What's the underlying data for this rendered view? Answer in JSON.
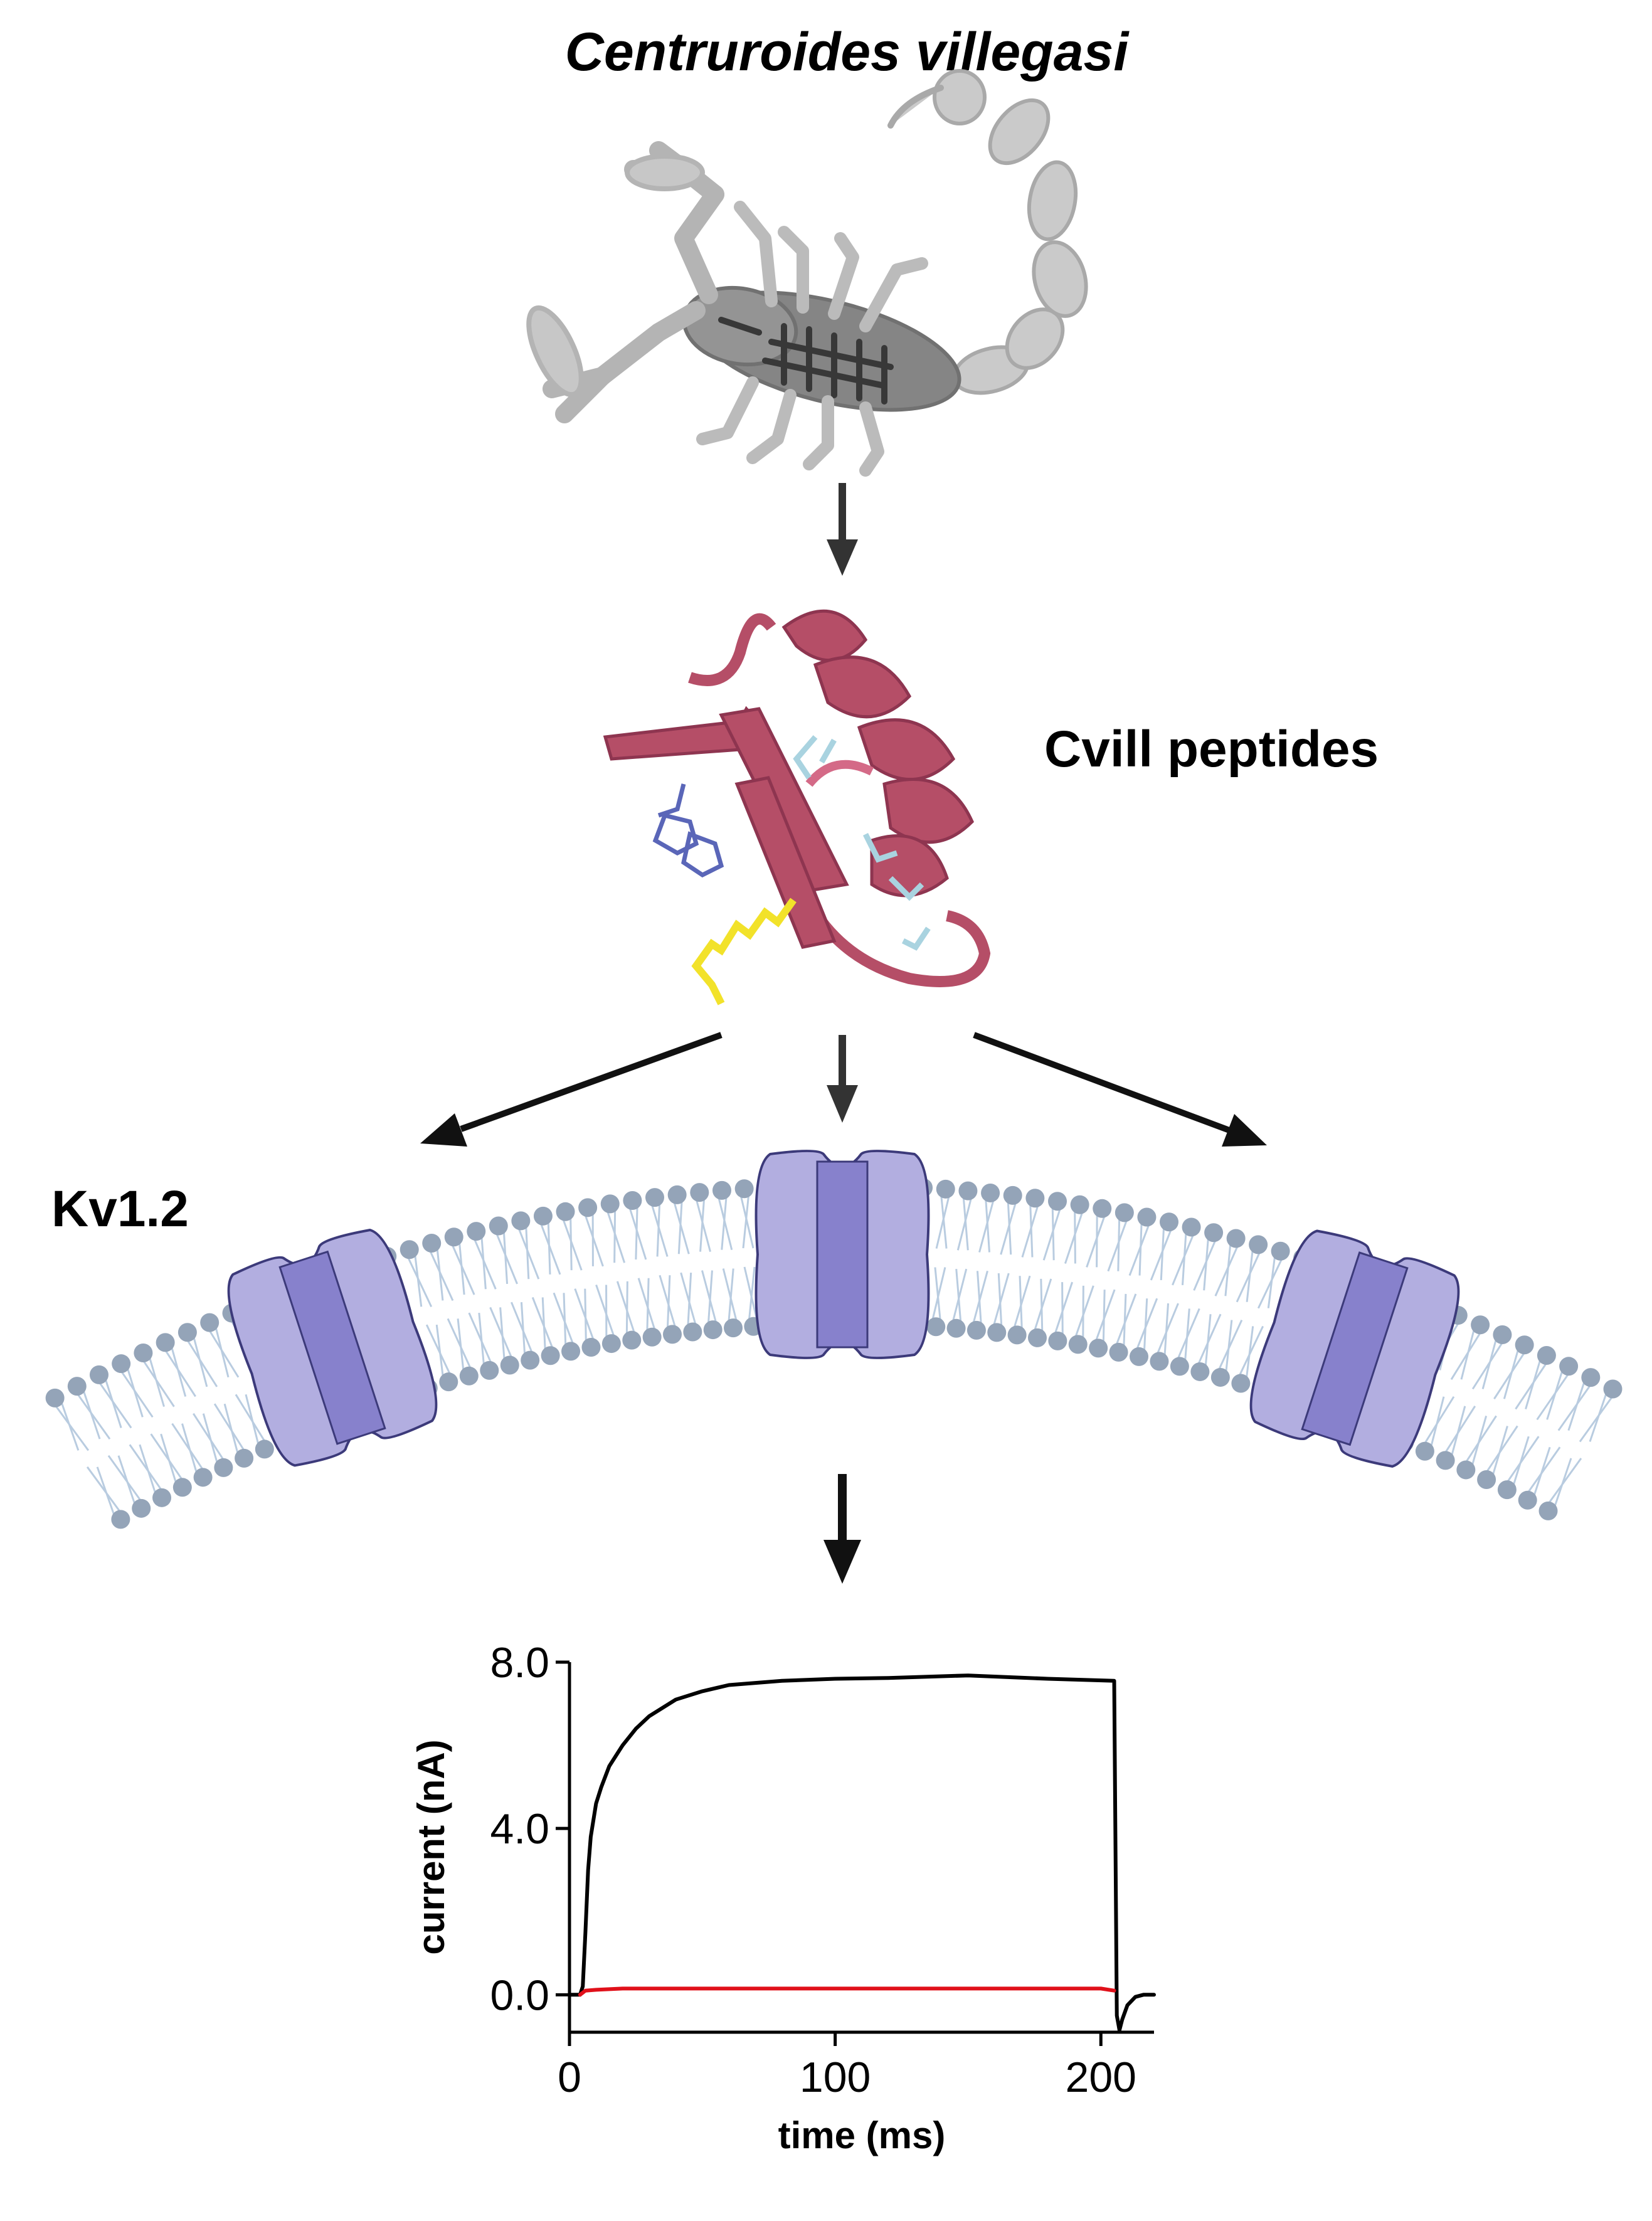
{
  "species": {
    "name": "Centruroides villegasi"
  },
  "peptide": {
    "label": "Cvill peptides"
  },
  "channel": {
    "label": "Kv1.2"
  },
  "colors": {
    "scorpion": "#8a8a8a",
    "scorpion_dark": "#3a3a3a",
    "ribbon": "#b54e67",
    "ribbon_dark": "#8e3550",
    "sidechain_lightblue": "#a9d3e0",
    "sidechain_blue": "#5a66b8",
    "sidechain_yellow": "#f2e22a",
    "lipid_head": "#94a4b8",
    "lipid_tail": "#b9cce0",
    "channel_light": "#b2aee0",
    "channel_dark": "#8781cc",
    "channel_outline": "#3c3a7a",
    "arrow": "#222222",
    "trace_control": "#000000",
    "trace_toxin": "#e0101a"
  },
  "chart_data": {
    "type": "line",
    "xlabel": "time (ms)",
    "ylabel": "current (nA)",
    "xlim": [
      0,
      220
    ],
    "ylim": [
      -0.9,
      8.0
    ],
    "x_ticks": [
      0,
      100,
      200
    ],
    "x_tick_labels": [
      "0",
      "100",
      "200"
    ],
    "y_ticks": [
      0,
      4,
      8
    ],
    "y_tick_labels": [
      "0.0",
      "4.0",
      "8.0"
    ],
    "grid": false,
    "series": [
      {
        "color": "#000000",
        "x": [
          0,
          4,
          5,
          6,
          7,
          8,
          10,
          12,
          15,
          20,
          25,
          30,
          40,
          50,
          60,
          80,
          100,
          120,
          150,
          180,
          205,
          205.5,
          206,
          207,
          208,
          210,
          213,
          216,
          220
        ],
        "y": [
          0,
          0,
          0.2,
          1.5,
          3.0,
          3.8,
          4.6,
          5.0,
          5.5,
          6.0,
          6.4,
          6.7,
          7.1,
          7.3,
          7.45,
          7.55,
          7.6,
          7.62,
          7.68,
          7.6,
          7.55,
          3.5,
          -0.5,
          -0.85,
          -0.6,
          -0.25,
          -0.05,
          0,
          0
        ]
      },
      {
        "color": "#e0101a",
        "x": [
          4,
          5,
          6,
          10,
          20,
          60,
          100,
          150,
          200,
          205
        ],
        "y": [
          0,
          0.05,
          0.1,
          0.12,
          0.15,
          0.15,
          0.15,
          0.15,
          0.15,
          0.1
        ]
      }
    ]
  }
}
